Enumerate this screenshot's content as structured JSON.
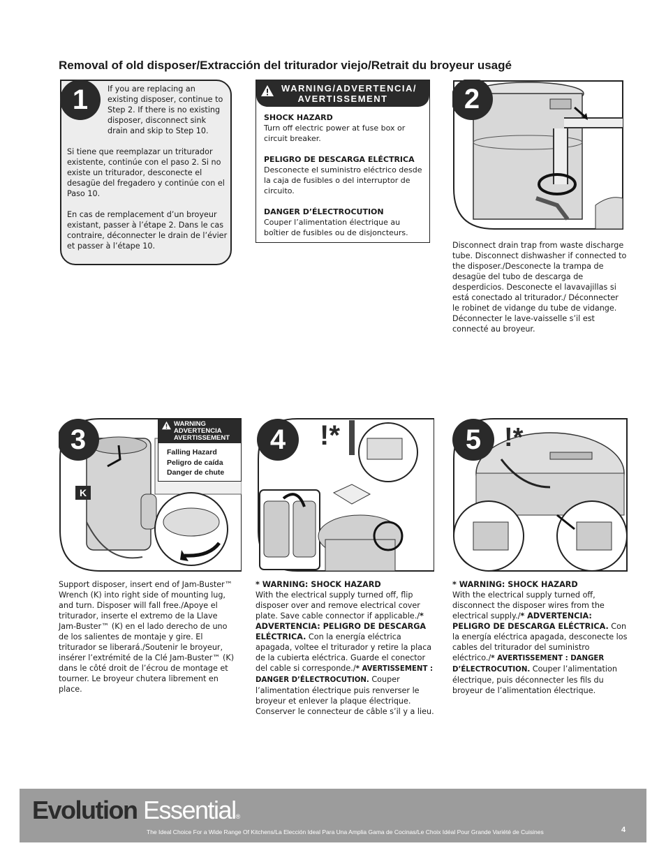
{
  "title": "Removal of old disposer/Extracción del triturador viejo/Retrait du broyeur usagé",
  "step1": {
    "number": "1",
    "en": "If you are replacing an existing disposer, continue to Step 2. If there is no existing disposer, disconnect sink drain and skip to Step 10.",
    "es": "Si tiene que reemplazar un triturador existente, continúe con el paso 2. Si no existe un triturador, desconecte el desagüe del fregadero y continúe con el Paso 10.",
    "fr": "En cas de remplacement d’un broyeur existant, passer à l’étape 2. Dans le cas contraire, déconnecter le drain de l’évier et passer à l’étape 10."
  },
  "warning": {
    "header_line1": "WARNING/ADVERTENCIA/",
    "header_line2": "AVERTISSEMENT",
    "en_title": "SHOCK HAZARD",
    "en_text": "Turn off electric power at fuse box or circuit breaker.",
    "es_title": "PELIGRO DE DESCARGA ELÉCTRICA",
    "es_text": "Desconecte el suministro eléctrico desde la caja de fusibles o del interruptor de circuito.",
    "fr_title": "DANGER D’ÉLECTROCUTION",
    "fr_text": "Couper l’alimentation électrique au boîtier de fusibles ou de disjoncteurs."
  },
  "step2": {
    "number": "2",
    "caption": "Disconnect drain trap from waste discharge tube. Disconnect dishwasher if connected to the disposer./Desconecte la trampa de desagüe del tubo de descarga de desperdicios. Desconecte el lavavajillas si está conectado al triturador./ Déconnecter le robinet de vidange du tube de vidange. Déconnecter le lave-vaisselle s’il est connecté au broyeur."
  },
  "step3": {
    "number": "3",
    "label_k": "K",
    "mini_warning": {
      "l1": "WARNING",
      "l2": "ADVERTENCIA",
      "l3": "AVERTISSEMENT",
      "b1": "Falling Hazard",
      "b2": "Peligro de caída",
      "b3": "Danger de chute"
    },
    "caption": "Support disposer, insert end of Jam-Buster™ Wrench (K) into right side of mounting lug, and turn. Disposer will fall free./Apoye el triturador, inserte el extremo de la Llave Jam-Buster™ (K) en el lado derecho de uno de los salientes de montaje y gire. El triturador se liberará./Soutenir le broyeur, insérer l’extrémité de la Clé Jam-Buster™ (K) dans le côté droit de l’écrou de montage et tourner. Le broyeur chutera librement en place."
  },
  "step4": {
    "number": "4",
    "mark": "!*",
    "w1": "* WARNING: SHOCK HAZARD",
    "t1": "With the electrical supply turned off, flip disposer over and remove electrical cover plate. Save cable connector if applicable./",
    "w2": "* ADVERTENCIA: PELIGRO DE DESCARGA ELÉCTRICA.",
    "t2": " Con la energía eléctrica apagada, voltee el triturador y retire la placa de la cubierta eléctrica. Guarde el conector del cable si corresponde./",
    "w3": "* AVERTISSEMENT : DANGER D’ÉLECTROCUTION.",
    "t3": " Couper l’alimentation électrique puis renverser le broyeur et enlever la plaque électrique. Conserver le connecteur de câble s’il y a lieu."
  },
  "step5": {
    "number": "5",
    "mark": "!*",
    "w1": "* WARNING: SHOCK HAZARD",
    "t1": "With the electrical supply turned off, disconnect the disposer wires from the electrical supply./",
    "w2": "* ADVERTENCIA: PELIGRO DE DESCARGA ELÉCTRICA.",
    "t2": " Con la energía eléctrica apagada, desconecte los cables del triturador del suministro eléctrico./",
    "w3": "* AVERTISSEMENT : DANGER D’ÉLECTROCUTION.",
    "t3": " Couper l’alimentation électrique, puis déconnecter les fils du broyeur de l’alimentation électrique."
  },
  "footer": {
    "brand_bold": "Evolution",
    "brand_light": " Essential",
    "registered": "®",
    "tagline": "The Ideal Choice For a Wide Range Of Kitchens/La Elección Ideal Para Una Amplia Gama de Cocinas/Le Choix Idéal Pour Grande Variété de Cuisines",
    "page": "4"
  }
}
